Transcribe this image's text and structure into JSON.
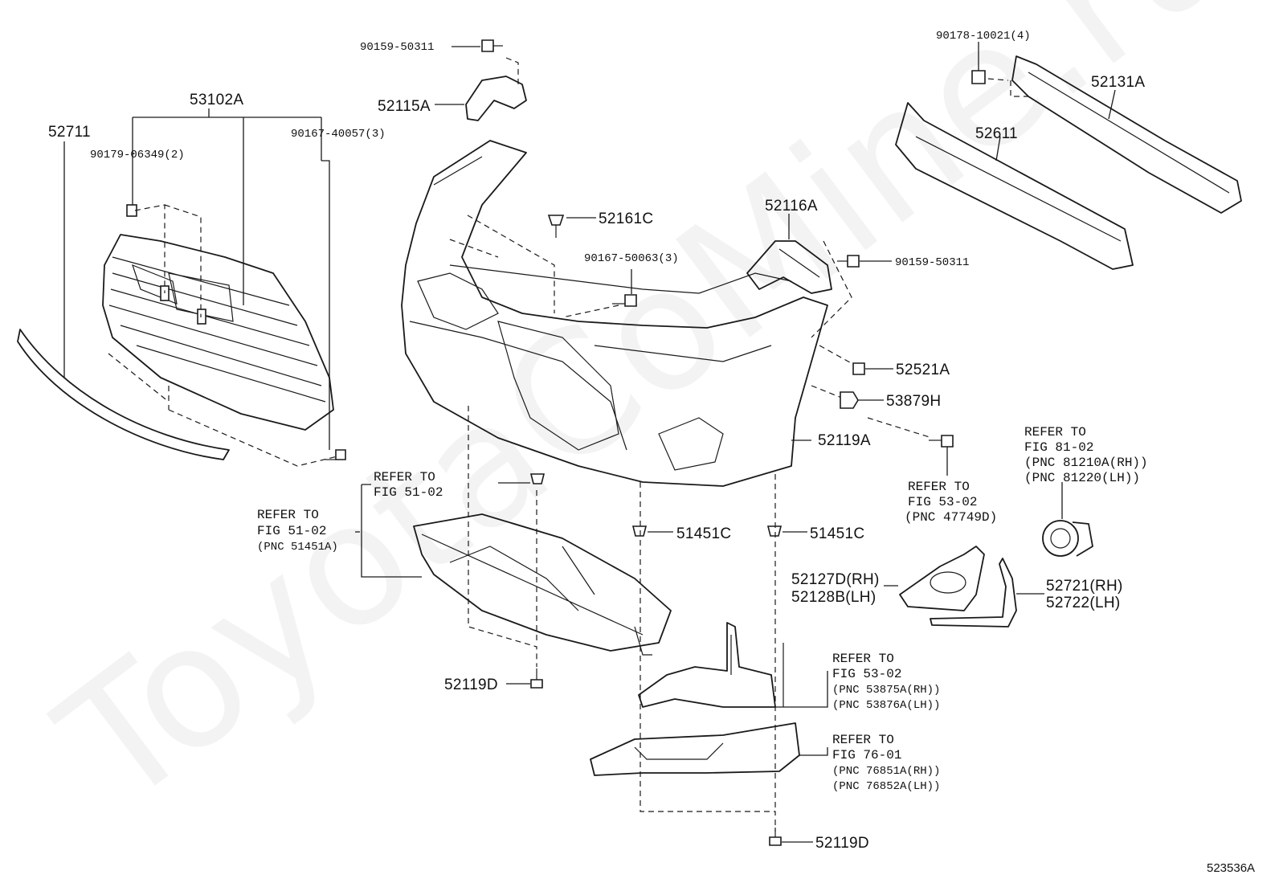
{
  "watermark": "ToyotaCoMine.ru",
  "figure_number": "523536A",
  "parts": {
    "p53102A": "53102A",
    "p52711": "52711",
    "p90179": "90179-06349(2)",
    "p90167_40057": "90167-40057(3)",
    "p90159_top": "90159-50311",
    "p52115A": "52115A",
    "p52161C": "52161C",
    "p90167_50063": "90167-50063(3)",
    "p90178": "90178-10021(4)",
    "p52131A": "52131A",
    "p52611": "52611",
    "p52116A": "52116A",
    "p90159_right": "90159-50311",
    "p52521A": "52521A",
    "p53879H": "53879H",
    "p52119A": "52119A",
    "p51451C_a": "51451C",
    "p51451C_b": "51451C",
    "p52127D": "52127D(RH)",
    "p52128B": "52128B(LH)",
    "p52721": "52721(RH)",
    "p52722": "52722(LH)",
    "p52119D_a": "52119D",
    "p52119D_b": "52119D"
  },
  "refs": {
    "r1": {
      "line1": "REFER TO",
      "line2": "FIG 51-02"
    },
    "r2": {
      "line1": "REFER TO",
      "line2": "FIG 51-02",
      "line3": "(PNC 51451A)"
    },
    "r3": {
      "line1": "REFER TO",
      "line2": "FIG 53-02",
      "line3": "(PNC 47749D)"
    },
    "r4": {
      "line1": "REFER TO",
      "line2": "FIG 81-02",
      "line3": "(PNC 81210A(RH))",
      "line4": "(PNC 81220(LH))"
    },
    "r5": {
      "line1": "REFER TO",
      "line2": "FIG 53-02",
      "line3": "(PNC 53875A(RH))",
      "line4": "(PNC 53876A(LH))"
    },
    "r6": {
      "line1": "REFER TO",
      "line2": "FIG 76-01",
      "line3": "(PNC 76851A(RH))",
      "line4": "(PNC 76852A(LH))"
    }
  }
}
